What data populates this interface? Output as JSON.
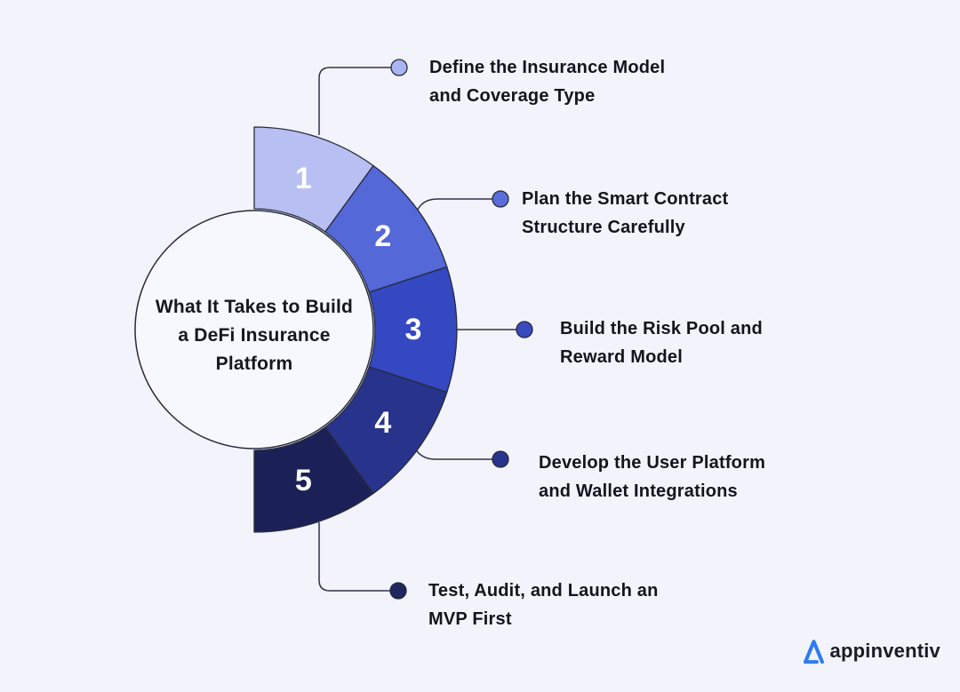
{
  "title": {
    "lines": [
      "What It Takes to Build",
      "a DeFi Insurance",
      "Platform"
    ]
  },
  "items": [
    {
      "number": "1",
      "label_lines": [
        "Define the Insurance Model",
        "and Coverage Type"
      ],
      "segment_color": "#b8bff2",
      "bullet_color": "#aab4f0"
    },
    {
      "number": "2",
      "label_lines": [
        "Plan the Smart Contract",
        "Structure Carefully"
      ],
      "segment_color": "#5568d8",
      "bullet_color": "#5a6dda"
    },
    {
      "number": "3",
      "label_lines": [
        "Build the Risk Pool and",
        "Reward Model"
      ],
      "segment_color": "#3448c2",
      "bullet_color": "#3a4ac1"
    },
    {
      "number": "4",
      "label_lines": [
        "Develop the User Platform",
        "and Wallet Integrations"
      ],
      "segment_color": "#28348c",
      "bullet_color": "#27338c"
    },
    {
      "number": "5",
      "label_lines": [
        "Test, Audit, and Launch an",
        "MVP First"
      ],
      "segment_color": "#1b2157",
      "bullet_color": "#1f2660"
    }
  ],
  "footer": {
    "logo_text": "appinventiv",
    "logo_color": "#2e7bf3"
  },
  "colors": {
    "background": "#f3f4fb",
    "circle_fill": "#f7f8fd",
    "outline": "#262b3d",
    "connector": "#2e3247",
    "number_text": "#ffffff",
    "label_text": "#14141c"
  }
}
